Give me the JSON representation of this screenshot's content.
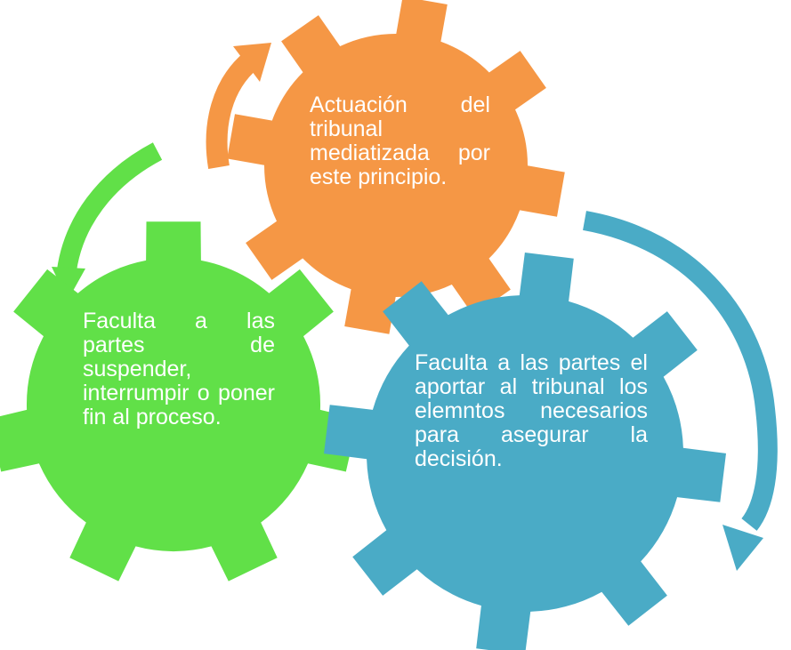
{
  "colors": {
    "orange": "#F59745",
    "green": "#61E048",
    "blue": "#4AABC6",
    "arrow_orange": "#F59745",
    "arrow_green": "#61E048",
    "arrow_blue": "#4AABC6",
    "text": "#FFFFFF",
    "background": "#FFFFFF"
  },
  "gears": {
    "orange": {
      "text": "Actuación del tribunal mediatizada por este principio."
    },
    "green": {
      "text": "Faculta a las partes de suspender, interrumpir o poner fin al proceso."
    },
    "blue": {
      "text": "Faculta a las partes el aportar al tribunal los elemntos necesarios para asegurar la decisión."
    }
  }
}
